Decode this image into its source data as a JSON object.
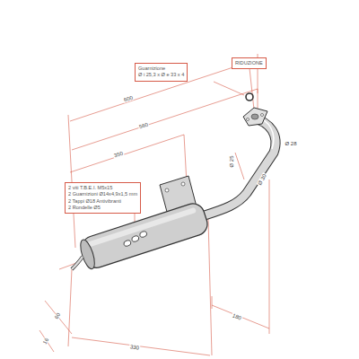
{
  "diagram": {
    "nodes": [
      {
        "text": [
          "Guarnizione",
          "Ø i 25,3 x Ø e 33 x 4"
        ]
      },
      {
        "text": [
          "RIDUZIONE"
        ]
      },
      {
        "text": [
          "2 viti T.B.E.I. M5x15",
          "2 Guarnizioni Ø14x4,9x1,5 mm",
          "2 Tappi Ø18 Antivibranti",
          "2 Rondelle Ø5"
        ]
      }
    ],
    "labels": [
      "600",
      "560",
      "350",
      "Ø 28",
      "Ø 25",
      "Ø 30",
      "60",
      "16",
      "330",
      "180"
    ]
  }
}
